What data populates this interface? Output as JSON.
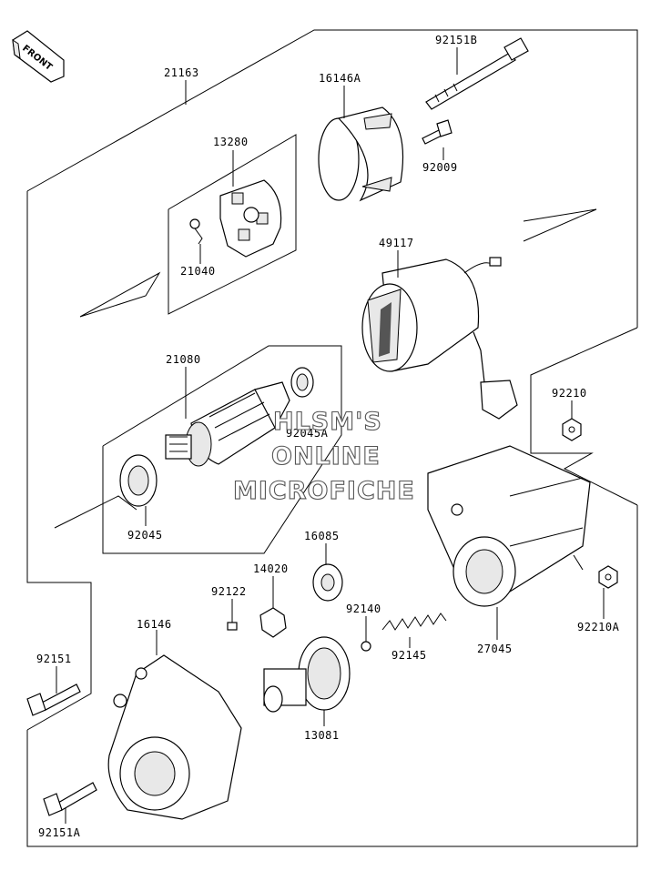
{
  "front_label": "FRONT",
  "watermark": [
    "HLSM'S",
    "ONLINE",
    "MICROFICHE"
  ],
  "parts": {
    "p21163": "21163",
    "p92151B": "92151B",
    "p16146A": "16146A",
    "p92009": "92009",
    "p13280": "13280",
    "p21040": "21040",
    "p49117": "49117",
    "p21080": "21080",
    "p92045A": "92045A",
    "p92045": "92045",
    "p92210": "92210",
    "p16085": "16085",
    "p14020": "14020",
    "p92122": "92122",
    "p92140": "92140",
    "p92145": "92145",
    "p27045": "27045",
    "p92210A": "92210A",
    "p16146": "16146",
    "p92151": "92151",
    "p13081": "13081",
    "p92151A": "92151A"
  }
}
